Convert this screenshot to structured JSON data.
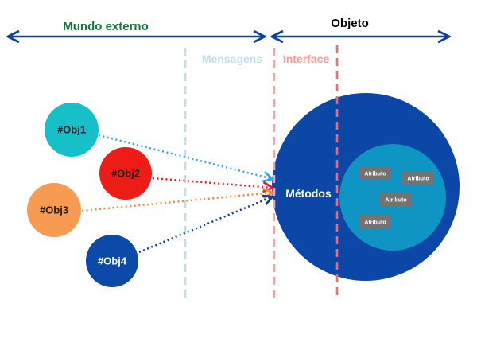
{
  "header": {
    "external_world": "Mundo externo",
    "object": "Objeto"
  },
  "zones": {
    "messages": "Mensagens",
    "interface": "Interface"
  },
  "objects": [
    {
      "label": "#Obj1",
      "color": "#17c0c9",
      "text_color": "#1f1f1f",
      "arrow_color": "#3aa3ee"
    },
    {
      "label": "#Obj2",
      "color": "#ee1c17",
      "text_color": "#1f1f1f",
      "arrow_color": "#e8191f"
    },
    {
      "label": "#Obj3",
      "color": "#f79a52",
      "text_color": "#1f1f1f",
      "arrow_color": "#f7883b"
    },
    {
      "label": "#Obj4",
      "color": "#0c49a8",
      "text_color": "#ffffff",
      "arrow_color": "#0c3f94"
    }
  ],
  "object_core": {
    "methods_label": "Métodos",
    "attributes": [
      "Atributo",
      "Atributo",
      "Atributo",
      "Atributo"
    ]
  },
  "colors": {
    "external_world_text": "#107a3a",
    "object_text": "#000000",
    "header_arrow": "#0c40a0",
    "messages_line": "#c4dcef",
    "messages_text": "#c4dcef",
    "interface_line": "#f7a3a3",
    "interface_text": "#f79a9a",
    "interface_inner_line": "#f26b6b",
    "outer_circle": "#0c46a6",
    "inner_circle": "#0f95c4",
    "attribute_box": "#737373"
  }
}
